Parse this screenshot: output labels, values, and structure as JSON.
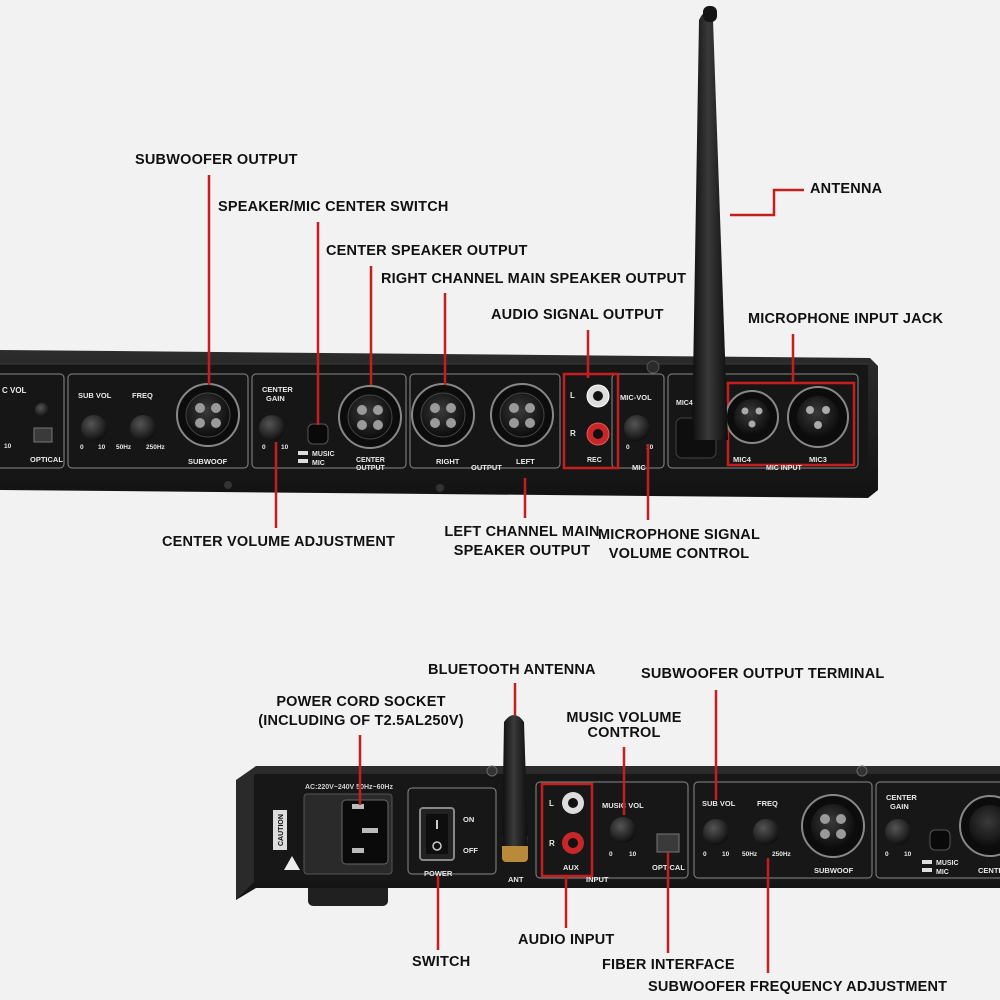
{
  "callouts": {
    "subwoofer_output": "SUBWOOFER OUTPUT",
    "speaker_mic_center_switch": "SPEAKER/MIC CENTER SWITCH",
    "center_speaker_output": "CENTER SPEAKER OUTPUT",
    "right_channel_main_speaker_output": "RIGHT CHANNEL MAIN SPEAKER OUTPUT",
    "audio_signal_output": "AUDIO SIGNAL OUTPUT",
    "antenna": "ANTENNA",
    "microphone_input_jack": "MICROPHONE INPUT JACK",
    "center_volume_adjustment": "CENTER VOLUME ADJUSTMENT",
    "left_channel_main_speaker_output_line1": "LEFT CHANNEL MAIN",
    "left_channel_main_speaker_output_line2": "SPEAKER OUTPUT",
    "microphone_signal_volume_control_line1": "MICROPHONE SIGNAL",
    "microphone_signal_volume_control_line2": "VOLUME CONTROL",
    "bluetooth_antenna": "BLUETOOTH ANTENNA",
    "subwoofer_output_terminal": "SUBWOOFER OUTPUT TERMINAL",
    "power_cord_socket_line1": "POWER CORD SOCKET",
    "power_cord_socket_line2": "(INCLUDING OF T2.5AL250V)",
    "music_volume_control_line1": "MUSIC VOLUME",
    "music_volume_control_line2": "CONTROL",
    "audio_input": "AUDIO INPUT",
    "switch": "SWITCH",
    "fiber_interface": "FIBER INTERFACE",
    "subwoofer_frequency_adjustment": "SUBWOOFER FREQUENCY ADJUSTMENT"
  },
  "panel_top": {
    "mic_vol_partial": "C VOL",
    "optical": "OPTICAL",
    "sub_vol": "SUB VOL",
    "freq": "FREQ",
    "scale_0": "0",
    "scale_10": "10",
    "hz_50": "50Hz",
    "hz_250": "250Hz",
    "subwoof": "SUBWOOF",
    "center_gain_1": "CENTER",
    "center_gain_2": "GAIN",
    "music": "MUSIC",
    "mic": "MIC",
    "center_output_1": "CENTER",
    "center_output_2": "OUTPUT",
    "right": "RIGHT",
    "output": "OUTPUT",
    "left": "LEFT",
    "l": "L",
    "r": "R",
    "rec_output": "REC",
    "mic_vol": "MIC-VOL",
    "mic_label": "MIC",
    "mic4": "MIC4",
    "mic3": "MIC3",
    "mic_input": "MIC INPUT"
  },
  "panel_bottom": {
    "ac_rating": "AC:220V~240V 50Hz~60Hz",
    "caution": "CAUTION",
    "on": "ON",
    "off": "OFF",
    "power": "POWER",
    "ant": "ANT",
    "aux": "AUX",
    "input": "INPUT",
    "music_vol": "MUSIC VOL",
    "optical": "OPTICAL",
    "sub_vol": "SUB VOL",
    "freq": "FREQ",
    "subwoof": "SUBWOOF",
    "center_gain_1": "CENTER",
    "center_gain_2": "GAIN",
    "music": "MUSIC",
    "mic": "MIC",
    "cent": "CENTE",
    "l": "L",
    "r": "R",
    "scale_0": "0",
    "scale_10": "10",
    "hz_50": "50Hz",
    "hz_250": "250Hz"
  },
  "colors": {
    "leader_line": "#c41e1e",
    "highlight_box": "#c41e1e",
    "chassis": "#1c1c1c",
    "background": "#f2f2f2"
  }
}
